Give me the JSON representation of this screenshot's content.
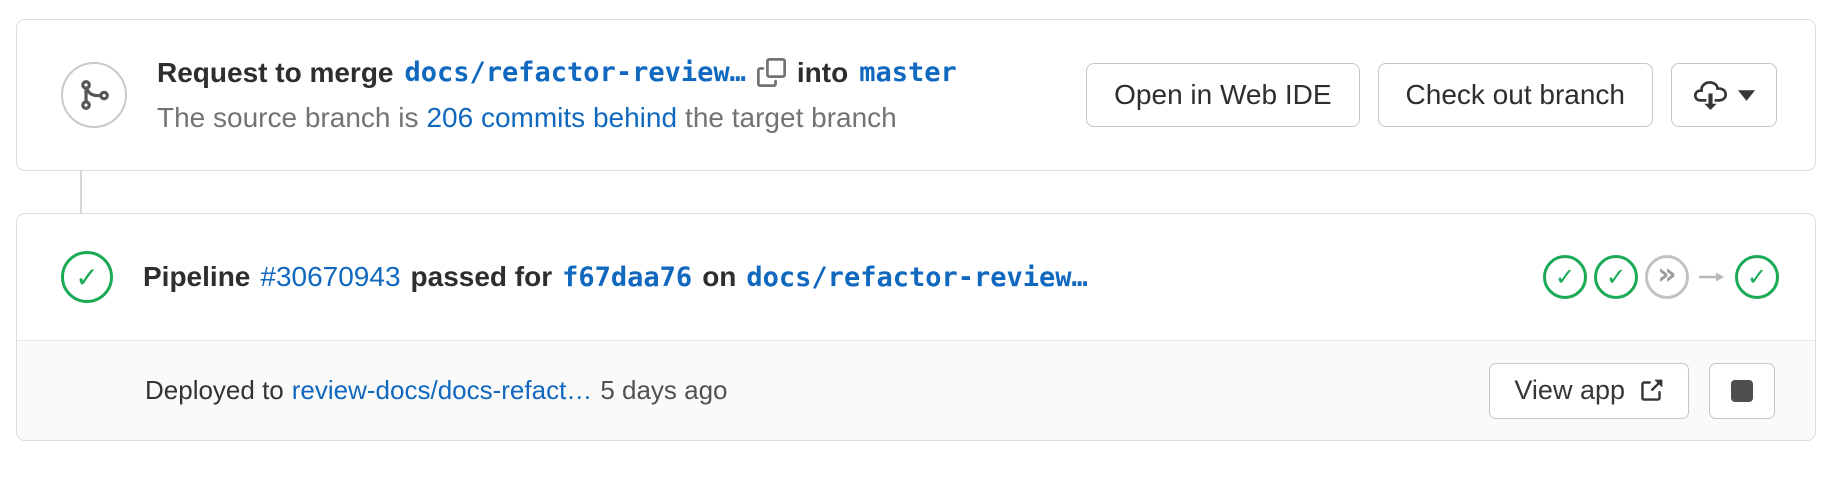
{
  "header": {
    "request_to_merge": "Request to merge",
    "source_branch": "docs/refactor-review…",
    "into": "into",
    "target_branch": "master",
    "subtitle_prefix": "The source branch is",
    "behind_link": "206 commits behind",
    "subtitle_suffix": "the target branch",
    "open_web_ide": "Open in Web IDE",
    "check_out_branch": "Check out branch"
  },
  "pipeline": {
    "label": "Pipeline",
    "id_link": "#30670943",
    "passed_for": "passed for",
    "commit_sha": "f67daa76",
    "on": "on",
    "branch": "docs/refactor-review…",
    "stages": [
      {
        "status": "success"
      },
      {
        "status": "success"
      },
      {
        "status": "skipped"
      },
      {
        "status": "success",
        "downstream": true
      }
    ]
  },
  "deployment": {
    "deployed_to": "Deployed to",
    "environment": "review-docs/docs-refact…",
    "time_ago": "5 days ago",
    "view_app": "View app"
  },
  "icons": {
    "success_glyph": "✓",
    "skipped_glyph": "»"
  },
  "colors": {
    "link": "#1068bf",
    "success": "#1aaa55",
    "skipped": "#c2c2c2",
    "border": "#dcdcdc"
  }
}
